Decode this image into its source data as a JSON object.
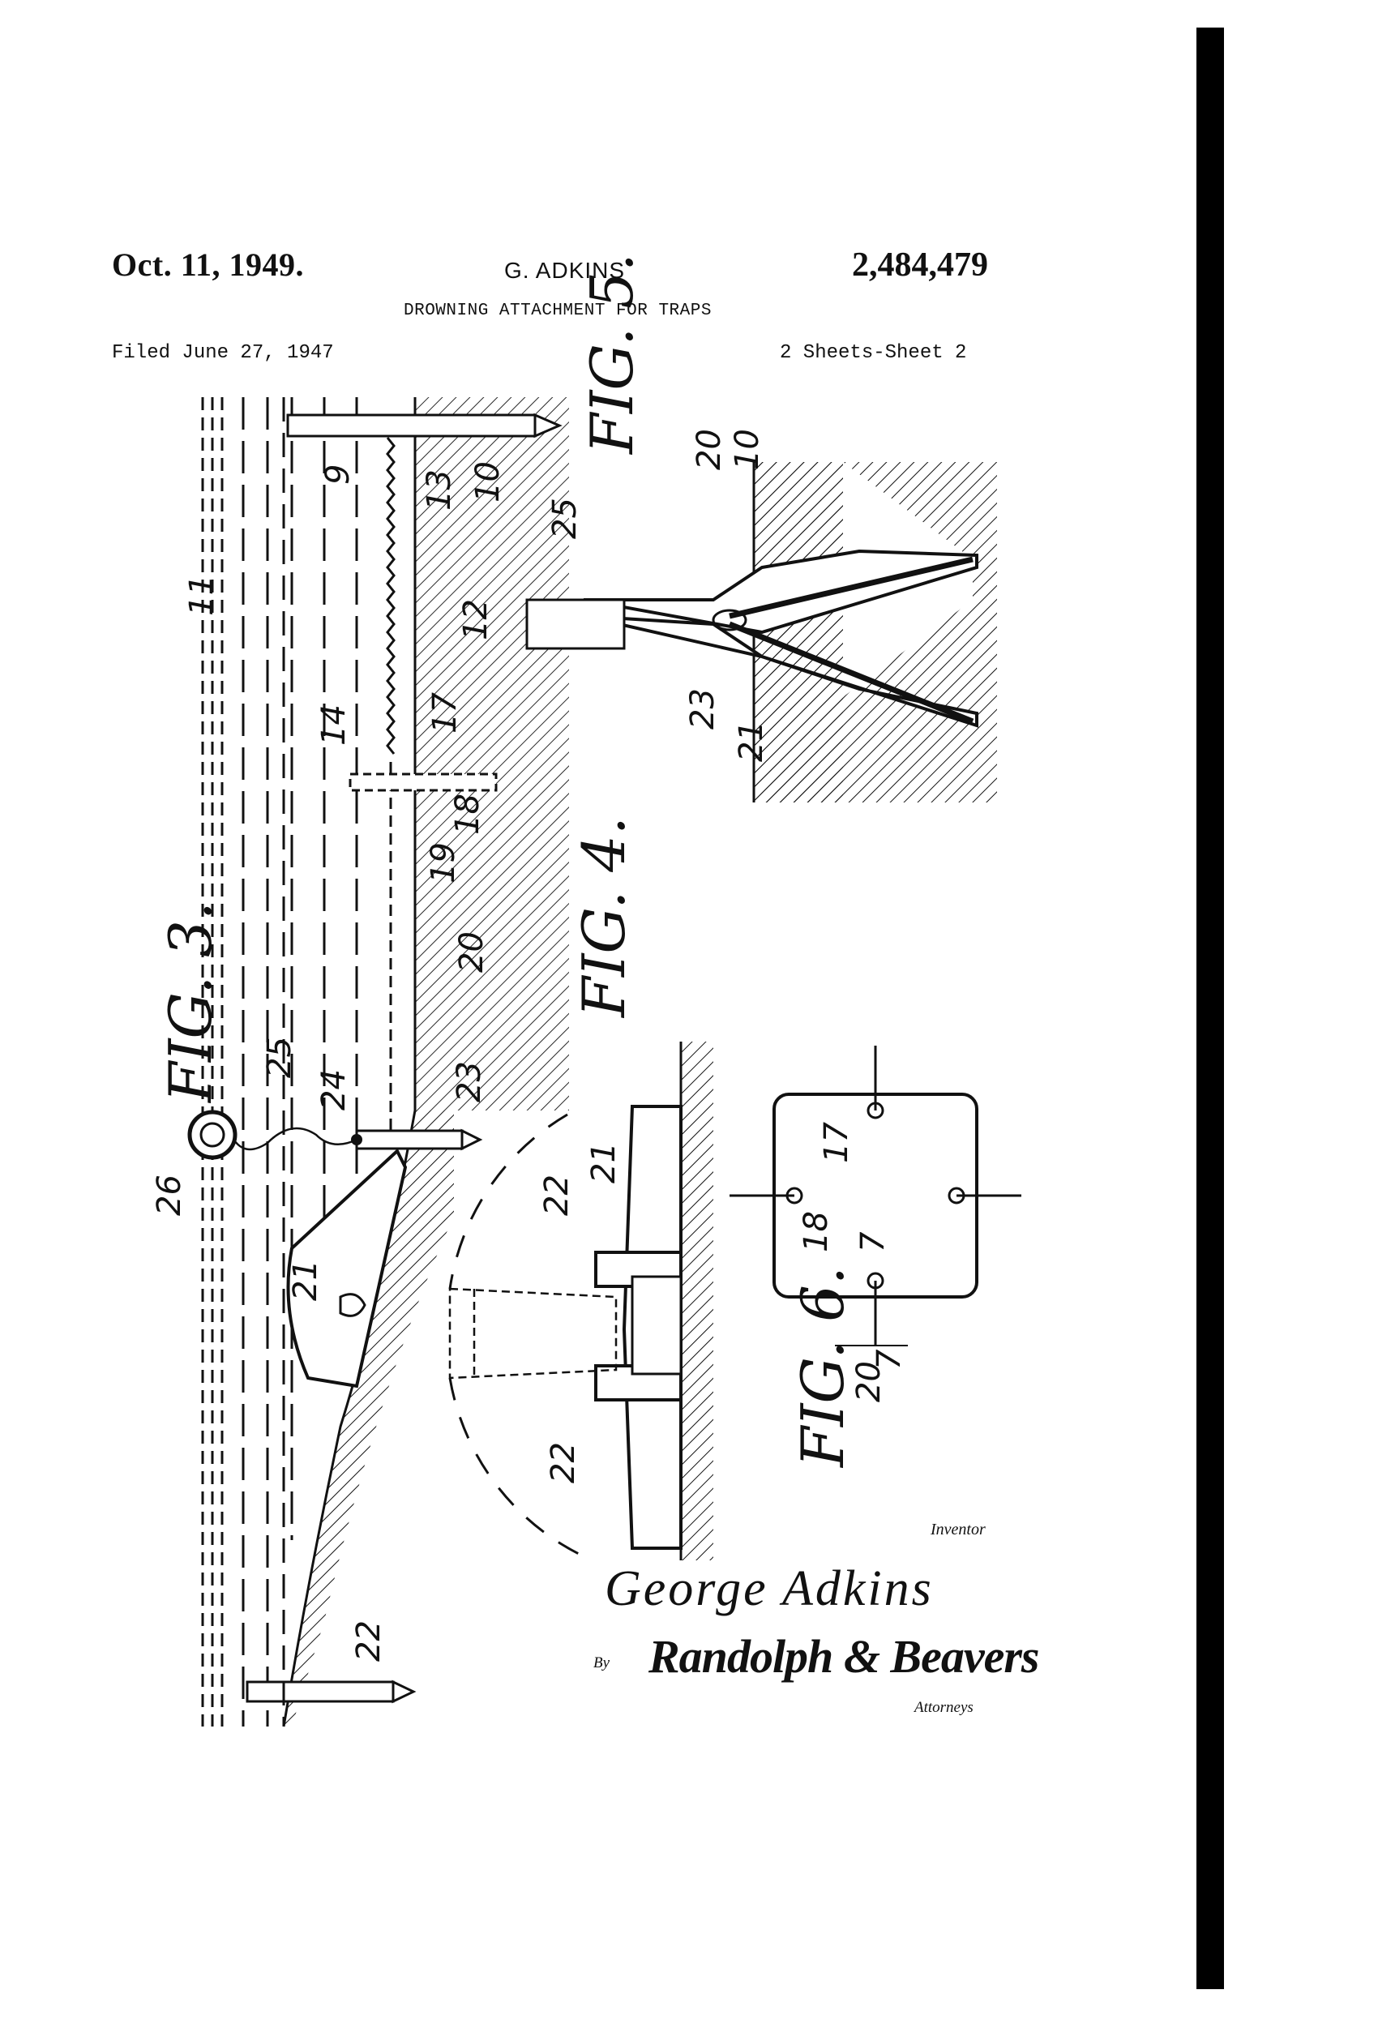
{
  "header": {
    "date": "Oct. 11, 1949.",
    "inventor": "G. ADKINS",
    "patent_number": "2,484,479",
    "title": "DROWNING ATTACHMENT FOR TRAPS",
    "filed": "Filed June 27, 1947",
    "sheets": "2 Sheets-Sheet 2"
  },
  "figures": {
    "fig3": "FIG. 3.",
    "fig4": "FIG. 4.",
    "fig5": "FIG. 5.",
    "fig6": "FIG. 6."
  },
  "reference_numerals": {
    "n9": "9",
    "n10": "10",
    "n10b": "10",
    "n11": "11",
    "n12": "12",
    "n13": "13",
    "n14": "14",
    "n17": "17",
    "n17b": "17",
    "n18": "18",
    "n18b": "18",
    "n19": "19",
    "n20": "20",
    "n20b": "20",
    "n20c": "20",
    "n21": "21",
    "n21b": "21",
    "n21c": "21",
    "n22": "22",
    "n22b": "22",
    "n22c": "22",
    "n23": "23",
    "n23b": "23",
    "n24": "24",
    "n25": "25",
    "n25b": "25",
    "n26": "26",
    "n7a": "7",
    "n7b": "7"
  },
  "signature_block": {
    "inventor_label": "Inventor",
    "inventor_signature": "George Adkins",
    "by": "By",
    "attorney_signature": "Randolph & Beavers",
    "attorneys_label": "Attorneys"
  }
}
